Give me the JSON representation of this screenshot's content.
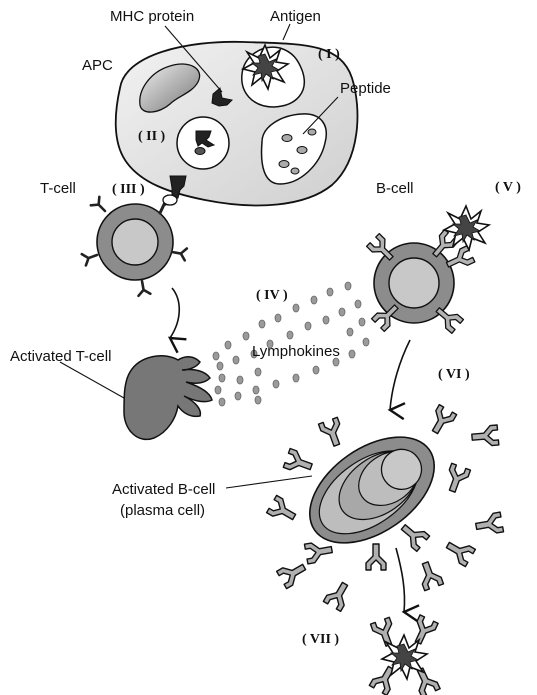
{
  "labels": {
    "mhc_protein": "MHC protein",
    "antigen": "Antigen",
    "apc": "APC",
    "peptide": "Peptide",
    "t_cell": "T-cell",
    "b_cell": "B-cell",
    "lymphokines": "Lymphokines",
    "activated_t_cell": "Activated T-cell",
    "activated_b_cell_line1": "Activated B-cell",
    "activated_b_cell_line2": "(plasma cell)"
  },
  "steps": {
    "s1": "( I )",
    "s2": "( II )",
    "s3": "( III )",
    "s4": "( IV )",
    "s5": "( V )",
    "s6": "( VI )",
    "s7": "( VII )"
  },
  "colors": {
    "cell_body": "#d9d9d9",
    "cell_dark": "#8c8c8c",
    "cell_light": "#c4c4c4",
    "outline": "#111111",
    "dots": "#888888"
  }
}
